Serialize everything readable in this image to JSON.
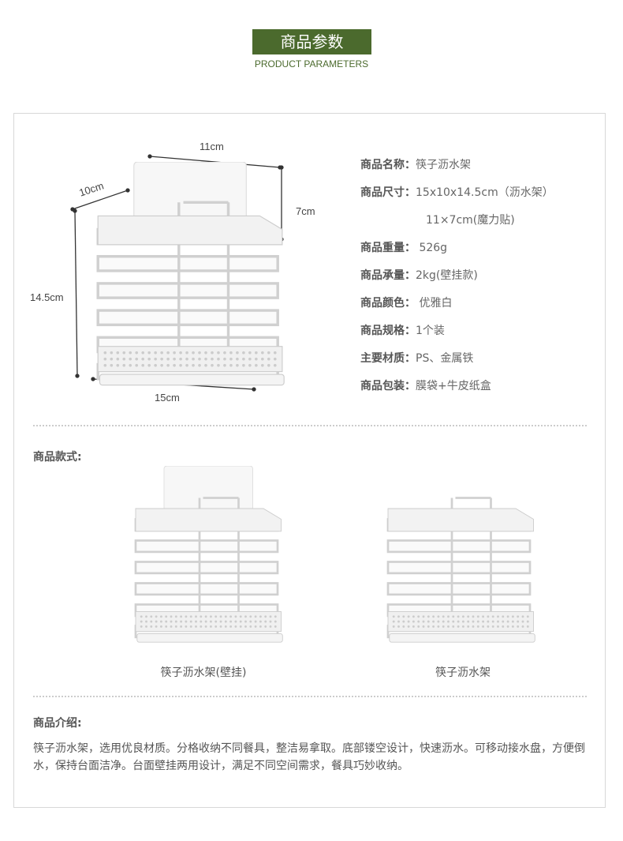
{
  "header": {
    "title": "商品参数",
    "subtitle": "PRODUCT PARAMETERS"
  },
  "dimensions": {
    "width_top": "11cm",
    "depth": "10cm",
    "pad_height": "7cm",
    "height": "14.5cm",
    "width_bottom": "15cm"
  },
  "specs": [
    {
      "label": "商品名称：",
      "value": "筷子沥水架"
    },
    {
      "label": "商品尺寸：",
      "value": "15x10x14.5cm（沥水架）"
    },
    {
      "label": "",
      "value": "11×7cm(魔力贴)"
    },
    {
      "label": "商品重量：",
      "value": " 526g"
    },
    {
      "label": "商品承量：",
      "value": "2kg(壁挂款)"
    },
    {
      "label": "商品颜色：",
      "value": " 优雅白"
    },
    {
      "label": "商品规格：",
      "value": "1个装"
    },
    {
      "label": "主要材质：",
      "value": "PS、金属铁"
    },
    {
      "label": "商品包装：",
      "value": "膜袋+牛皮纸盒"
    }
  ],
  "styles": {
    "heading": "商品款式:",
    "items": [
      {
        "caption": "筷子沥水架(壁挂)"
      },
      {
        "caption": "筷子沥水架"
      }
    ]
  },
  "intro": {
    "heading": "商品介绍:",
    "text": "筷子沥水架，选用优良材质。分格收纳不同餐具，整洁易拿取。底部镂空设计，快速沥水。可移动接水盘，方便倒水，保持台面洁净。台面壁挂两用设计，满足不同空间需求，餐具巧妙收纳。"
  },
  "colors": {
    "brand_green": "#4b6a2d"
  }
}
